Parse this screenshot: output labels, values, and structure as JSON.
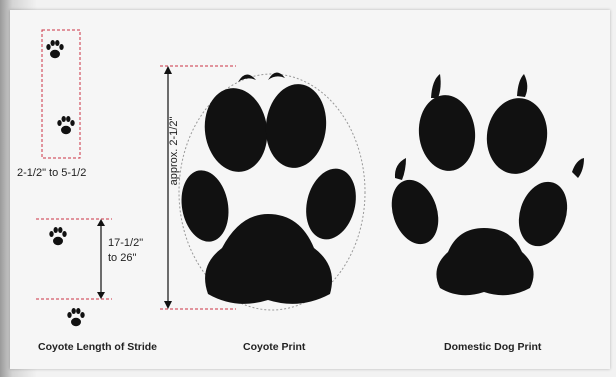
{
  "labels": {
    "spacing_range": "2-1/2\" to 5-1/2",
    "stride_top": "17-1/2\"",
    "stride_bottom": "to 26\"",
    "print_length": "approx. 2-1/2\"",
    "caption_stride": "Coyote Length of Stride",
    "caption_coyote": "Coyote Print",
    "caption_dog": "Domestic Dog Print"
  },
  "icons": [
    "paw-print-icon",
    "coyote-print-illustration",
    "domestic-dog-print-illustration"
  ],
  "colors": {
    "ink": "#111111",
    "guide": "#cc3344",
    "panel": "#f6f6f6"
  }
}
